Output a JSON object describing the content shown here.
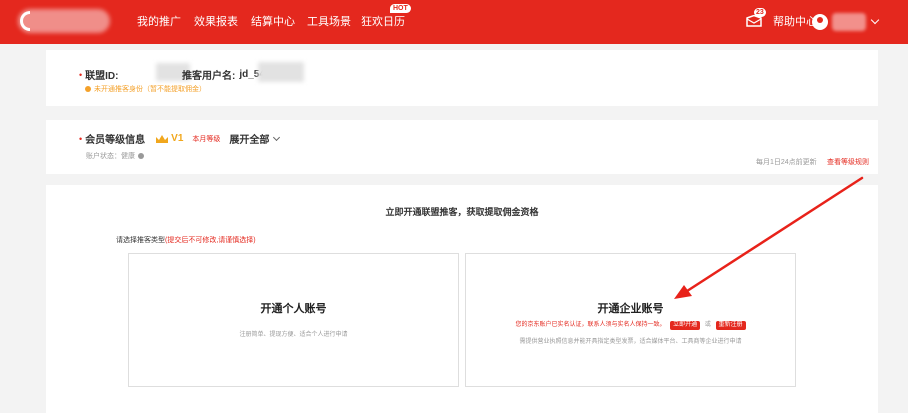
{
  "nav": {
    "items": [
      "我的推广",
      "效果报表",
      "结算中心",
      "工具场景",
      "狂欢日历"
    ],
    "hot_badge": "HOT",
    "msg_count": "23",
    "help": "帮助中心"
  },
  "account": {
    "union_id_label": "联盟ID:",
    "username_label": "推客用户名:",
    "username_value": "jd_54",
    "warning": "未开通推客身份（暂不能提取佣金）"
  },
  "level": {
    "title": "会员等级信息",
    "level": "V1",
    "period": "本月等级",
    "expand": "展开全部",
    "status": "账户状态：健康",
    "update_note": "每月1日24点前更新",
    "rules_link": "查看等级规则"
  },
  "main": {
    "title": "立即开通联盟推客，获取提取佣金资格",
    "choose_label": "请选择推客类型",
    "choose_warning": "(提交后不可修改,请谨慎选择)",
    "personal": {
      "title": "开通个人账号",
      "desc": "注册简单、提现方便、适合个人进行申请"
    },
    "enterprise": {
      "title": "开通企业账号",
      "warning": "您的京东账户已实名认证，联系人须与实名人保持一致。",
      "btn_open": "立即开通",
      "or": "或",
      "btn_register": "重新注册",
      "desc": "需提供营业执照信息并能开具指定类型发票，适合媒体平台、工具商等企业进行申请"
    }
  },
  "colors": {
    "brand_red": "#e4281e",
    "arrow_red": "#e8221a",
    "warning_orange": "#f4a12a",
    "crown_gold": "#f1a71d"
  }
}
